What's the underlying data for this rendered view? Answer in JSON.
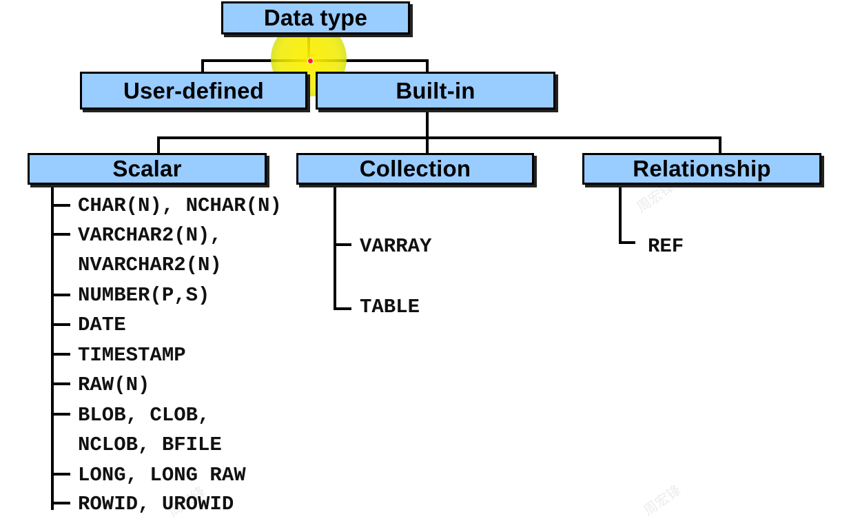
{
  "diagram": {
    "root": {
      "label": "Data type"
    },
    "level1": [
      {
        "id": "user-defined",
        "label": "User-defined"
      },
      {
        "id": "built-in",
        "label": "Built-in"
      }
    ],
    "level2": [
      {
        "id": "scalar",
        "label": "Scalar",
        "items": [
          "CHAR(N), NCHAR(N)",
          "VARCHAR2(N),",
          "NVARCHAR2(N)",
          "NUMBER(P,S)",
          "DATE",
          "TIMESTAMP",
          "RAW(N)",
          "BLOB, CLOB,",
          "NCLOB, BFILE",
          "LONG, LONG RAW",
          "ROWID, UROWID"
        ]
      },
      {
        "id": "collection",
        "label": "Collection",
        "items": [
          "VARRAY",
          "TABLE"
        ]
      },
      {
        "id": "relationship",
        "label": "Relationship",
        "items": [
          "REF"
        ]
      }
    ]
  },
  "colors": {
    "box_fill": "#99ccff",
    "line": "#000000",
    "highlight": "#ffee00"
  },
  "watermark_text": "周宏锋"
}
